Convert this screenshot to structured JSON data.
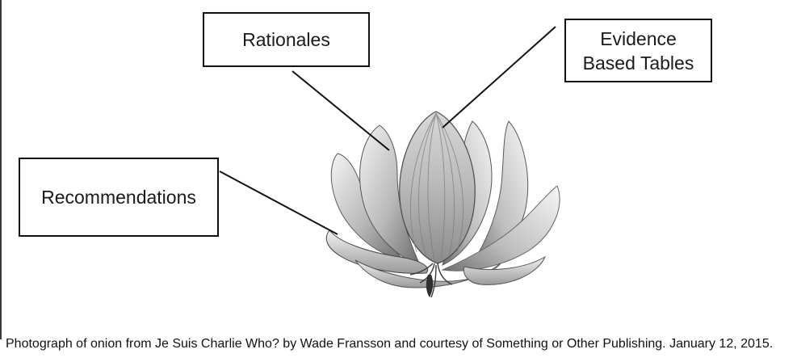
{
  "labels": {
    "rationales": "Rationales",
    "evidence_line1": "Evidence",
    "evidence_line2": "Based Tables",
    "recommendations": "Recommendations"
  },
  "image": {
    "subject": "onion-photograph",
    "palette": [
      "#ffffff",
      "#d9d9d9",
      "#a8a8a8",
      "#6e6e6e",
      "#2f2f2f"
    ]
  },
  "caption": "Photograph of onion from Je Suis Charlie Who? by Wade Fransson and courtesy of Something or Other Publishing.  January 12, 2015."
}
